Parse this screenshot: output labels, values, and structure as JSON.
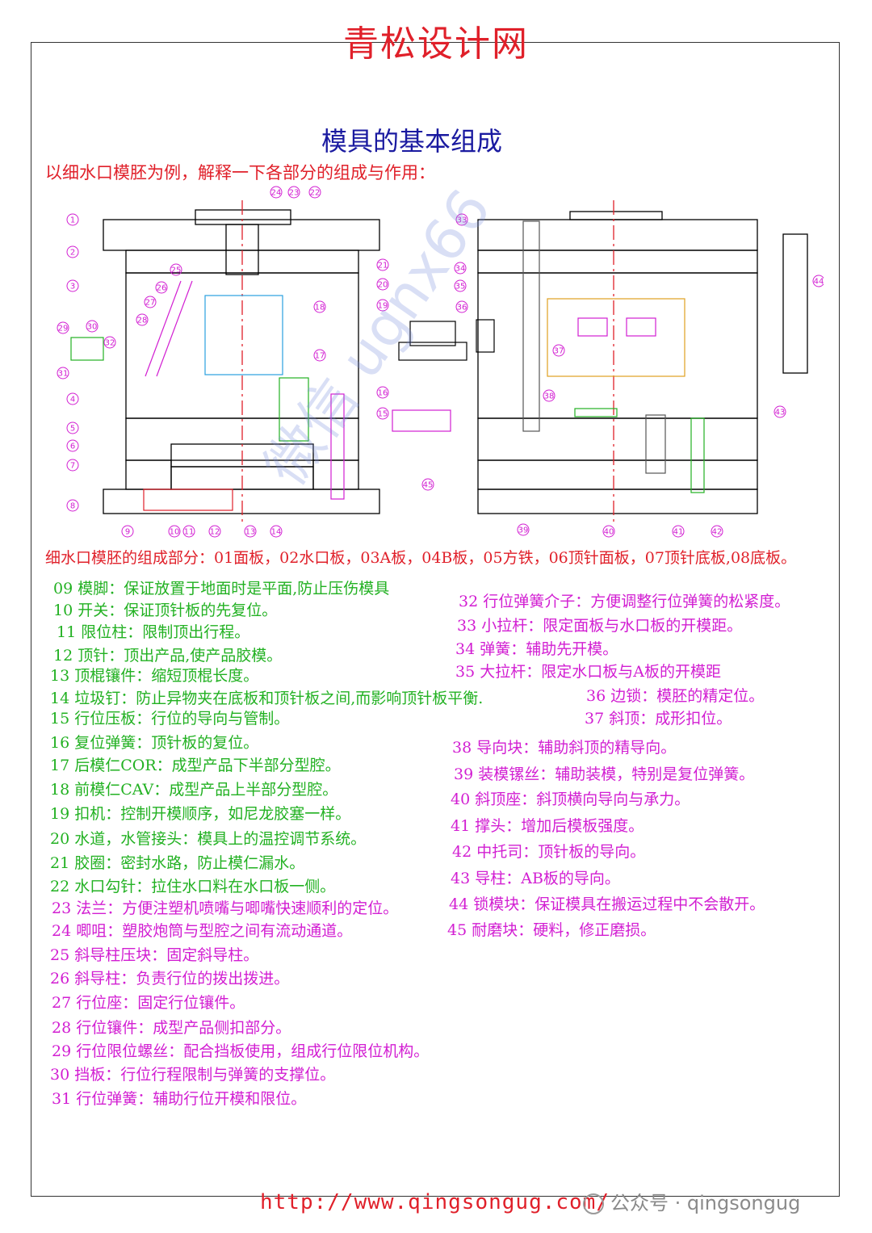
{
  "header": {
    "site_title": "青松设计网",
    "main_title": "模具的基本组成",
    "intro": "以细水口模胚为例，解释一下各部分的组成与作用："
  },
  "composition": "细水口模胚的组成部分：01面板，02水口板，03A板，04B板，05方铁，06顶针面板，07顶针底板,08底板。",
  "items_left": [
    {
      "num": "09",
      "text": "模脚：保证放置于地面时是平面,防止压伤模具",
      "color": "green"
    },
    {
      "num": "10",
      "text": "开关：保证顶针板的先复位。",
      "color": "green"
    },
    {
      "num": "11",
      "text": "限位柱：限制顶出行程。",
      "color": "green"
    },
    {
      "num": "12",
      "text": "顶针：顶出产品,使产品胶模。",
      "color": "green"
    },
    {
      "num": "13",
      "text": "顶棍镶件：缩短顶棍长度。",
      "color": "green"
    },
    {
      "num": "14",
      "text": "垃圾钉：防止异物夹在底板和顶针板之间,而影响顶针板平衡.",
      "color": "green"
    },
    {
      "num": "15",
      "text": "行位压板：行位的导向与管制。",
      "color": "green"
    },
    {
      "num": "16",
      "text": "复位弹簧：顶针板的复位。",
      "color": "green"
    },
    {
      "num": "17",
      "text": "后模仁COR：成型产品下半部分型腔。",
      "color": "green"
    },
    {
      "num": "18",
      "text": "前模仁CAV：成型产品上半部分型腔。",
      "color": "green"
    },
    {
      "num": "19",
      "text": "扣机：控制开模顺序，如尼龙胶塞一样。",
      "color": "green"
    },
    {
      "num": "20",
      "text": "水道，水管接头：模具上的温控调节系统。",
      "color": "green"
    },
    {
      "num": "21",
      "text": "胶圈：密封水路，防止模仁漏水。",
      "color": "green"
    },
    {
      "num": "22",
      "text": "水口勾针：拉住水口料在水口板一侧。",
      "color": "green"
    },
    {
      "num": "23",
      "text": "法兰：方便注塑机喷嘴与唧嘴快速顺利的定位。",
      "color": "magenta"
    },
    {
      "num": "24",
      "text": "唧咀：塑胶炮筒与型腔之间有流动通道。",
      "color": "magenta"
    },
    {
      "num": "25",
      "text": "斜导柱压块：固定斜导柱。",
      "color": "magenta"
    },
    {
      "num": "26",
      "text": "斜导柱：负责行位的拨出拨进。",
      "color": "magenta"
    },
    {
      "num": "27",
      "text": "行位座：固定行位镶件。",
      "color": "magenta"
    },
    {
      "num": "28",
      "text": "行位镶件：成型产品侧扣部分。",
      "color": "magenta"
    },
    {
      "num": "29",
      "text": "行位限位螺丝：配合挡板使用，组成行位限位机构。",
      "color": "magenta"
    },
    {
      "num": "30",
      "text": "挡板：行位行程限制与弹簧的支撑位。",
      "color": "magenta"
    },
    {
      "num": "31",
      "text": "行位弹簧：辅助行位开模和限位。",
      "color": "magenta"
    }
  ],
  "items_right": [
    {
      "num": "32",
      "text": "行位弹簧介子：方便调整行位弹簧的松紧度。",
      "color": "magenta"
    },
    {
      "num": "33",
      "text": "小拉杆：限定面板与水口板的开模距。",
      "color": "magenta"
    },
    {
      "num": "34",
      "text": "弹簧：辅助先开模。",
      "color": "magenta"
    },
    {
      "num": "35",
      "text": "大拉杆：限定水口板与A板的开模距",
      "color": "magenta"
    },
    {
      "num": "36",
      "text": "边锁：模胚的精定位。",
      "color": "magenta"
    },
    {
      "num": "37",
      "text": "斜顶：成形扣位。",
      "color": "magenta"
    },
    {
      "num": "38",
      "text": "导向块：辅助斜顶的精导向。",
      "color": "magenta"
    },
    {
      "num": "39",
      "text": "装模镙丝：辅助装模，特别是复位弹簧。",
      "color": "magenta"
    },
    {
      "num": "40",
      "text": "斜顶座：斜顶横向导向与承力。",
      "color": "magenta"
    },
    {
      "num": "41",
      "text": "撑头：增加后模板强度。",
      "color": "magenta"
    },
    {
      "num": "42",
      "text": "中托司：顶针板的导向。",
      "color": "magenta"
    },
    {
      "num": "43",
      "text": "导柱：AB板的导向。",
      "color": "magenta"
    },
    {
      "num": "44",
      "text": "锁模块：保证模具在搬运过程中不会散开。",
      "color": "magenta"
    },
    {
      "num": "45",
      "text": "耐磨块：硬料，修正磨损。",
      "color": "magenta"
    }
  ],
  "footer": {
    "url": "http://www.qingsongug.com/",
    "wechat": "公众号 · qingsongug",
    "watermark": "微信 ugnx66"
  },
  "drawing_labels": [
    "1",
    "2",
    "3",
    "4",
    "5",
    "6",
    "7",
    "8",
    "9",
    "10",
    "11",
    "12",
    "13",
    "14",
    "15",
    "16",
    "17",
    "18",
    "19",
    "20",
    "21",
    "22",
    "23",
    "24",
    "25",
    "26",
    "27",
    "28",
    "29",
    "30",
    "31",
    "32",
    "33",
    "34",
    "35",
    "36",
    "37",
    "38",
    "39",
    "40",
    "41",
    "42",
    "43",
    "44",
    "45"
  ],
  "colors": {
    "site_title": "#e0202a",
    "main_title": "#1a1aa0",
    "green": "#22b122",
    "magenta": "#d21ed2",
    "drawing_line": "#000000"
  }
}
